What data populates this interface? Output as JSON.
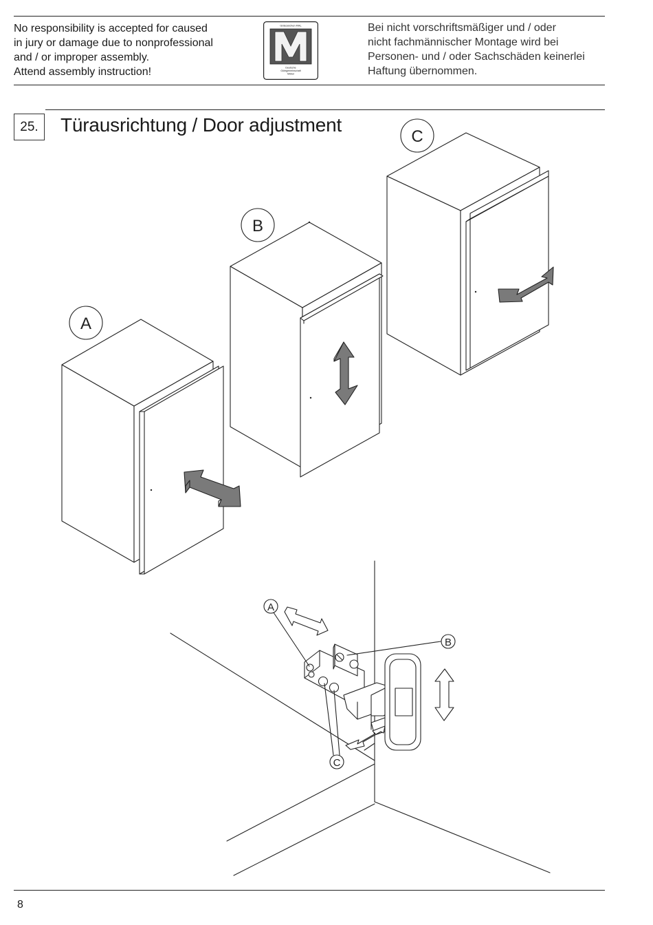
{
  "header": {
    "notice_en": "No responsibility is accepted for caused\nin jury or damage due to nonprofessional\nand / or improper assembly.\nAttend assembly instruction!",
    "notice_de": "Bei nicht vorschriftsmäßiger und / oder\nnicht fachmännischer Montage wird bei\nPersonen- und / oder Sachschäden keinerlei\nHaftung übernommen.",
    "logo": {
      "top_text": "Gütezeichen RAL",
      "letter": "M",
      "bottom_line1": "Deutsche",
      "bottom_line2": "Gütegemeinschaft",
      "bottom_line3": "Möbel"
    }
  },
  "step": {
    "number": "25.",
    "title": "Türausrichtung / Door adjustment"
  },
  "diagram": {
    "cabinet_labels": [
      "A",
      "B",
      "C"
    ],
    "hinge_labels": [
      "A",
      "B",
      "C"
    ],
    "colors": {
      "arrow_fill": "#7a7a7a",
      "line": "#222222"
    }
  },
  "footer": {
    "page_number": "8"
  }
}
